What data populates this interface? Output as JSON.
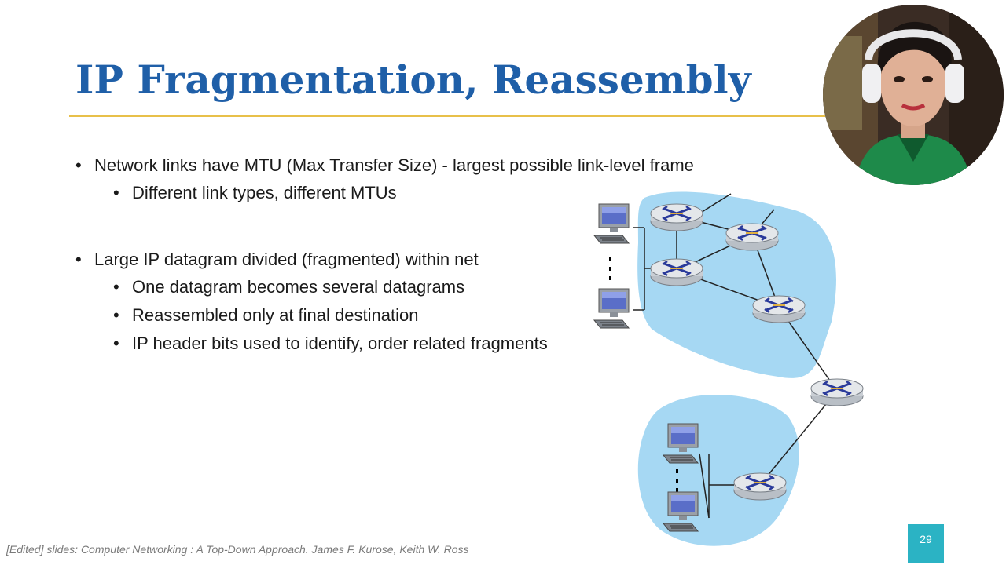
{
  "slide": {
    "title": "IP Fragmentation, Reassembly",
    "bullets": [
      {
        "level": 1,
        "text": "Network links have MTU (Max Transfer Size) - largest possible link-level frame"
      },
      {
        "level": 2,
        "text": "Different link types, different MTUs"
      },
      {
        "level": 1,
        "text": "Large IP datagram divided (fragmented) within net"
      },
      {
        "level": 2,
        "text": "One datagram becomes several datagrams"
      },
      {
        "level": 2,
        "text": "Reassembled only at final destination"
      },
      {
        "level": 2,
        "text": "IP header bits used to identify, order related fragments"
      }
    ],
    "footer": "[Edited] slides: Computer Networking : A Top-Down Approach. James F. Kurose, Keith W. Ross",
    "page_number": "29",
    "bullet_char": "•"
  },
  "colors": {
    "title": "#1f5fa8",
    "title_rule": "#e8c04a",
    "network_cloud": "#a6d8f3",
    "page_badge": "#2bb3c4"
  },
  "icons": {
    "router": "router-icon",
    "computer": "desktop-computer-icon",
    "webcam": "presenter-webcam"
  }
}
